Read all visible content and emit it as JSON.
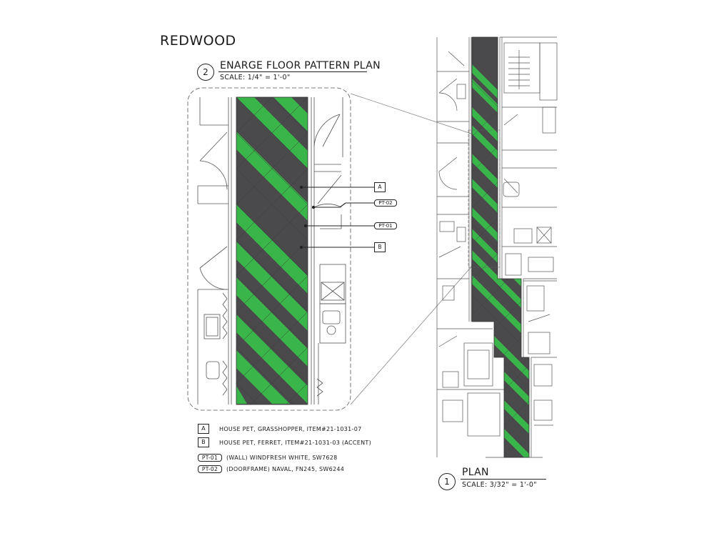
{
  "page_title": "REDWOOD",
  "enlarged": {
    "number": "2",
    "title": "ENARGE FLOOR PATTERN PLAN",
    "scale": "SCALE:  1/4\" = 1'-0\""
  },
  "plan": {
    "number": "1",
    "title": "PLAN",
    "scale": "SCALE:  3/32\" = 1'-0\""
  },
  "callouts": [
    {
      "id": "a",
      "label": "A"
    },
    {
      "id": "pt02",
      "label": "PT-02"
    },
    {
      "id": "pt01",
      "label": "PT-01"
    },
    {
      "id": "b",
      "label": "B"
    }
  ],
  "legend": [
    {
      "key": "A",
      "text": "HOUSE PET, GRASSHOPPER, ITEM#21-1031-07"
    },
    {
      "key": "B",
      "text": "HOUSE PET, FERRET, ITEM#21-1031-03 (ACCENT)"
    },
    {
      "key": "PT-01",
      "text": "(WALL) WINDFRESH WHITE, SW7628"
    },
    {
      "key": "PT-02",
      "text": "(DOORFRAME) NAVAL, FN245, SW6244"
    }
  ],
  "colors": {
    "tile_dark": "#4a4a4c",
    "tile_green": "#39b54a",
    "line": "#444444"
  }
}
